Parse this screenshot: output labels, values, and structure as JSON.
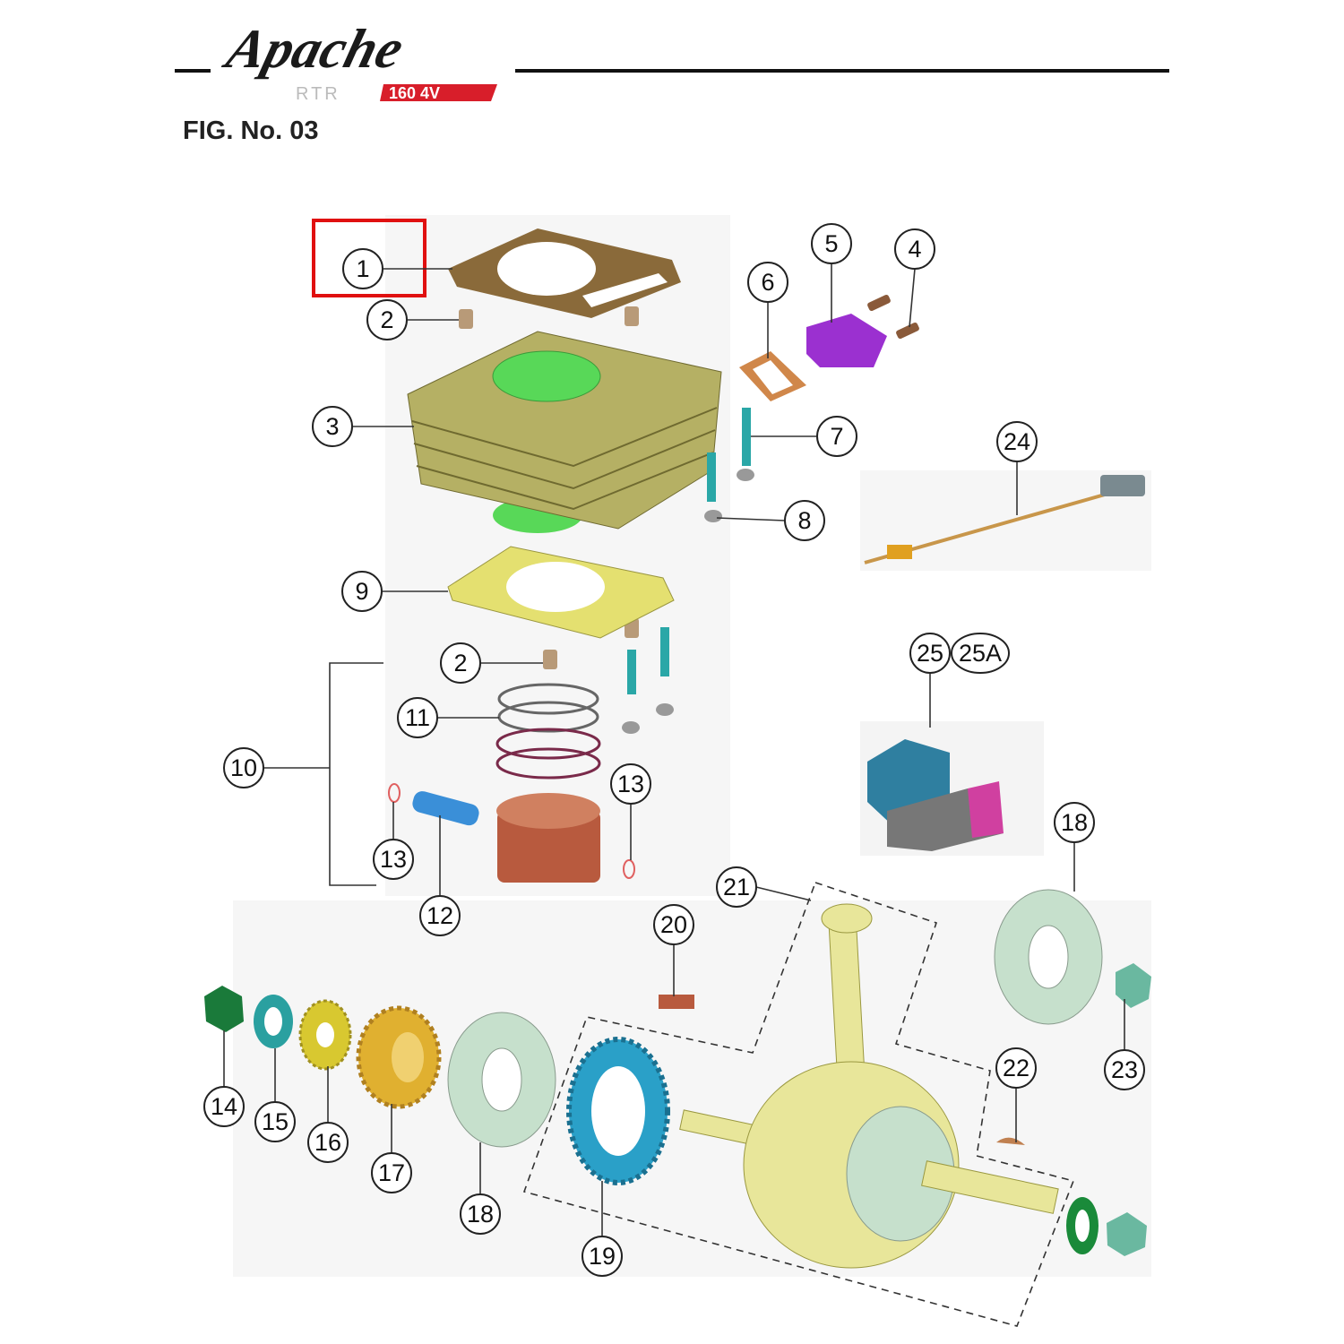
{
  "header": {
    "logo_text": "Apache",
    "logo_sub_rtr": "RTR",
    "logo_sub_model": "160 4V",
    "figure_label": "FIG. No. 03"
  },
  "colors": {
    "highlight": "#e01010",
    "gasket_top": "#8a6a3a",
    "cylinder": "#b5b064",
    "bore": "#58d858",
    "gasket_bottom": "#e4e070",
    "dowel": "#2aa7a7",
    "purple": "#9b30d0",
    "piston": "#b85a3e",
    "pin": "#3a8fd8",
    "bearing": "#c6e0cc",
    "crank": "#e8e69a",
    "gear_blue": "#2aa0c8",
    "gear_gold": "#e0b030"
  },
  "highlighted_part": "1",
  "callouts": [
    "1",
    "2",
    "3",
    "4",
    "5",
    "6",
    "7",
    "8",
    "24",
    "9",
    "2",
    "10",
    "11",
    "13",
    "13",
    "12",
    "25",
    "25A",
    "18",
    "21",
    "20",
    "14",
    "15",
    "16",
    "17",
    "18",
    "19",
    "22",
    "23"
  ]
}
